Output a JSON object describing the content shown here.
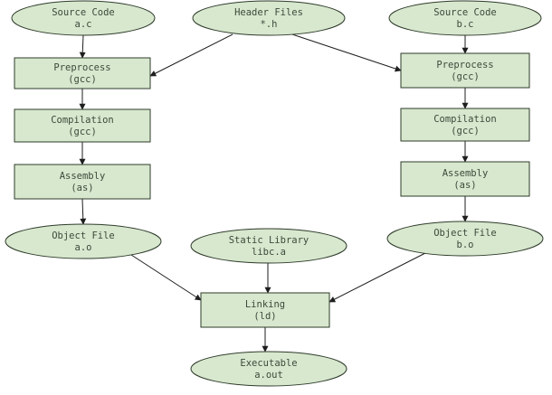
{
  "nodes": {
    "source_a": {
      "shape": "ellipse",
      "lines": [
        "Source Code",
        "a.c"
      ]
    },
    "header": {
      "shape": "ellipse",
      "lines": [
        "Header Files",
        "*.h"
      ]
    },
    "source_b": {
      "shape": "ellipse",
      "lines": [
        "Source Code",
        "b.c"
      ]
    },
    "preprocess_a": {
      "shape": "rect",
      "lines": [
        "Preprocess",
        "(gcc)"
      ]
    },
    "preprocess_b": {
      "shape": "rect",
      "lines": [
        "Preprocess",
        "(gcc)"
      ]
    },
    "compile_a": {
      "shape": "rect",
      "lines": [
        "Compilation",
        "(gcc)"
      ]
    },
    "compile_b": {
      "shape": "rect",
      "lines": [
        "Compilation",
        "(gcc)"
      ]
    },
    "assembly_a": {
      "shape": "rect",
      "lines": [
        "Assembly",
        "(as)"
      ]
    },
    "assembly_b": {
      "shape": "rect",
      "lines": [
        "Assembly",
        "(as)"
      ]
    },
    "object_a": {
      "shape": "ellipse",
      "lines": [
        "Object File",
        "a.o"
      ]
    },
    "static_lib": {
      "shape": "ellipse",
      "lines": [
        "Static Library",
        "libc.a"
      ]
    },
    "object_b": {
      "shape": "ellipse",
      "lines": [
        "Object File",
        "b.o"
      ]
    },
    "linking": {
      "shape": "rect",
      "lines": [
        "Linking",
        "(ld)"
      ]
    },
    "executable": {
      "shape": "ellipse",
      "lines": [
        "Executable",
        "a.out"
      ]
    }
  },
  "edges": [
    [
      "source_a",
      "preprocess_a"
    ],
    [
      "header",
      "preprocess_a"
    ],
    [
      "header",
      "preprocess_b"
    ],
    [
      "source_b",
      "preprocess_b"
    ],
    [
      "preprocess_a",
      "compile_a"
    ],
    [
      "preprocess_b",
      "compile_b"
    ],
    [
      "compile_a",
      "assembly_a"
    ],
    [
      "compile_b",
      "assembly_b"
    ],
    [
      "assembly_a",
      "object_a"
    ],
    [
      "assembly_b",
      "object_b"
    ],
    [
      "object_a",
      "linking"
    ],
    [
      "static_lib",
      "linking"
    ],
    [
      "object_b",
      "linking"
    ],
    [
      "linking",
      "executable"
    ]
  ],
  "colors": {
    "fill": "#d8e8cf",
    "stroke": "#2e3b2a",
    "text": "#3a4a3a",
    "edge": "#1e1e1e"
  }
}
